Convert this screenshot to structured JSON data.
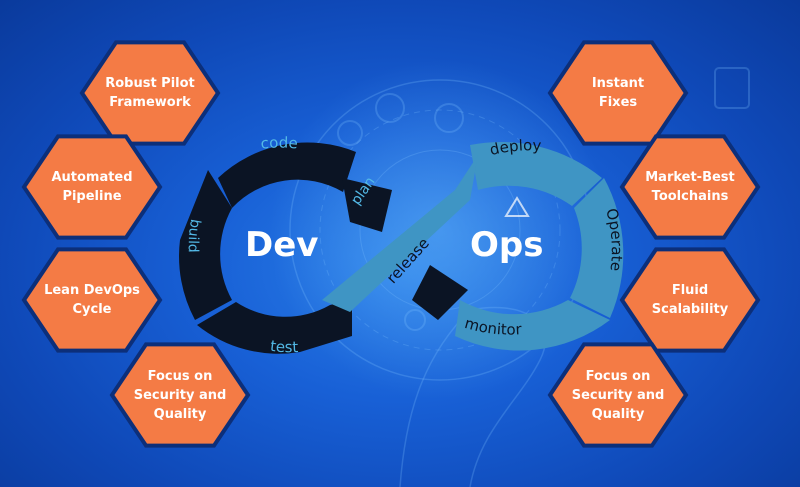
{
  "colors": {
    "background": "#1763d8",
    "hexagon_fill": "#f47b45",
    "hexagon_stroke": "#0c2f7a",
    "dev_loop": "#0b1424",
    "ops_loop": "#3f95c4",
    "loop_text_dev": "#53b9e6",
    "loop_text_ops": "#0b1424",
    "center_text": "#ffffff"
  },
  "center": {
    "dev": "Dev",
    "ops": "Ops"
  },
  "loop_labels": {
    "code": "code",
    "build": "build",
    "test": "test",
    "plan": "plan",
    "release": "release",
    "deploy": "deploy",
    "operate": "Operate",
    "monitor": "monitor"
  },
  "left_hexagons": [
    {
      "text": "Robust Pilot\nFramework"
    },
    {
      "text": "Automated\nPipeline"
    },
    {
      "text": "Lean DevOps\nCycle"
    },
    {
      "text": "Focus on\nSecurity and\nQuality"
    }
  ],
  "right_hexagons": [
    {
      "text": "Instant\nFixes"
    },
    {
      "text": "Market-Best\nToolchains"
    },
    {
      "text": "Fluid\nScalability"
    },
    {
      "text": "Focus on\nSecurity and\nQuality"
    }
  ],
  "background_icons": [
    "team-icon",
    "laptop-icon",
    "chart-icon",
    "warning-icon",
    "document-icon",
    "gear-icon"
  ]
}
